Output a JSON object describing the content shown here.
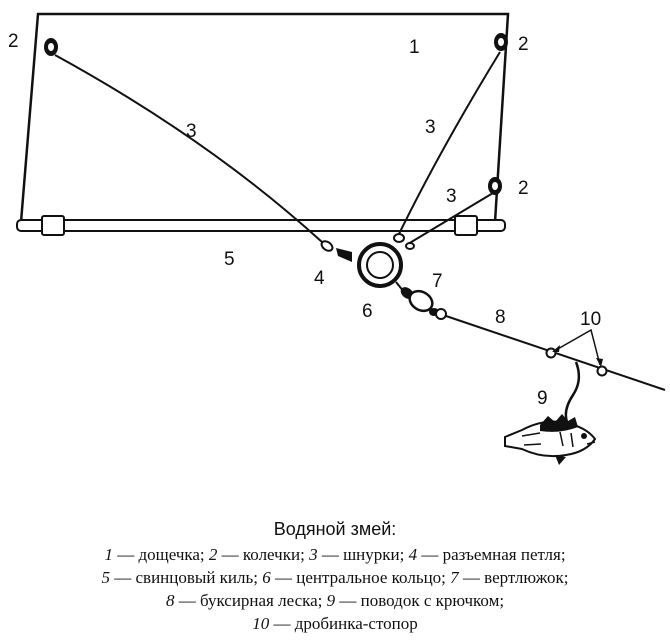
{
  "labels": {
    "board": "1",
    "ring_top_left": "2",
    "ring_top_right": "2",
    "ring_mid_right": "2",
    "cord_left": "3",
    "cord_right_upper": "3",
    "cord_right_lower": "3",
    "split_loop": "4",
    "lead_keel": "5",
    "central_ring": "6",
    "swivel": "7",
    "tow_line": "8",
    "leader_hook": "9",
    "shot_stopper": "10"
  },
  "caption": {
    "title": "Водяной змей:",
    "line1": [
      {
        "n": "1",
        "t": " — дощечка; "
      },
      {
        "n": "2",
        "t": " — колечки; "
      },
      {
        "n": "3",
        "t": " — шнурки; "
      },
      {
        "n": "4",
        "t": " — разъемная петля;"
      }
    ],
    "line2": [
      {
        "n": "5",
        "t": " — свинцовый киль; "
      },
      {
        "n": "6",
        "t": " — центральное кольцо; "
      },
      {
        "n": "7",
        "t": " — вертлюжок;"
      }
    ],
    "line3": [
      {
        "n": "8",
        "t": " — буксирная леска; "
      },
      {
        "n": "9",
        "t": " — поводок с крючком;"
      }
    ],
    "line4": [
      {
        "n": "10",
        "t": " — дробинка-стопор"
      }
    ]
  }
}
